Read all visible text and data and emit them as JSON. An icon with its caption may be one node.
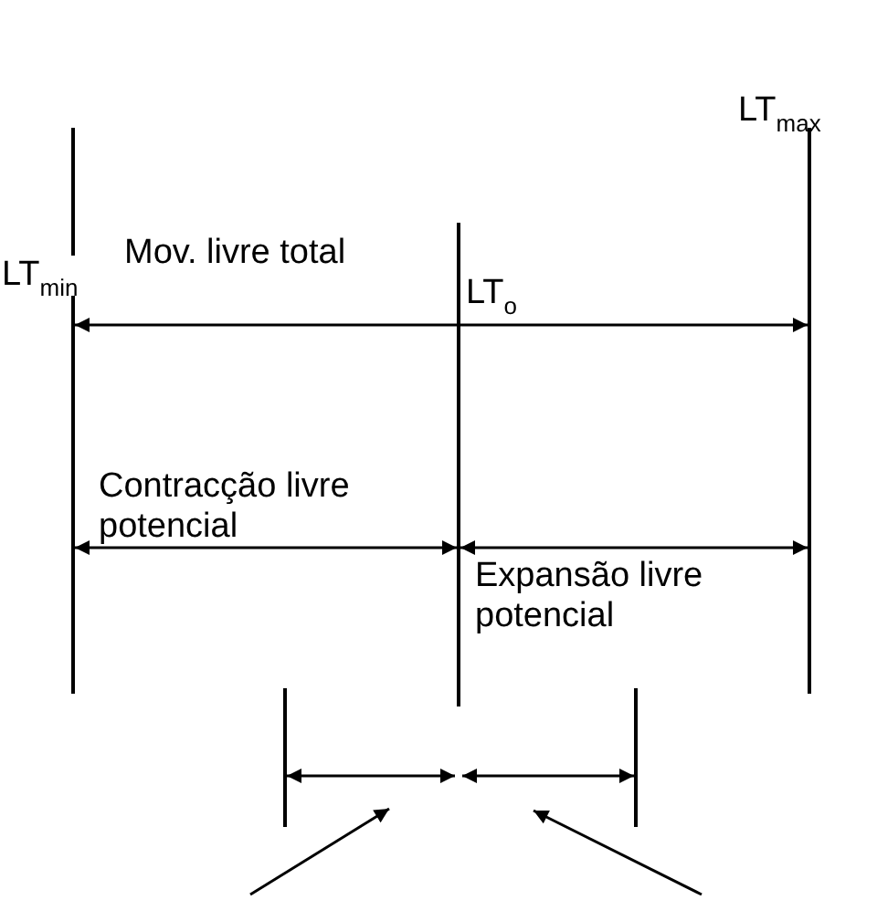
{
  "diagram": {
    "labels": [
      "LT$_{max}$",
      "Mov. livre total",
      "LT$_{min}$",
      "LT$_{o}$",
      "Contracção livre potencial",
      "Expansão livre potencial"
    ]
  }
}
